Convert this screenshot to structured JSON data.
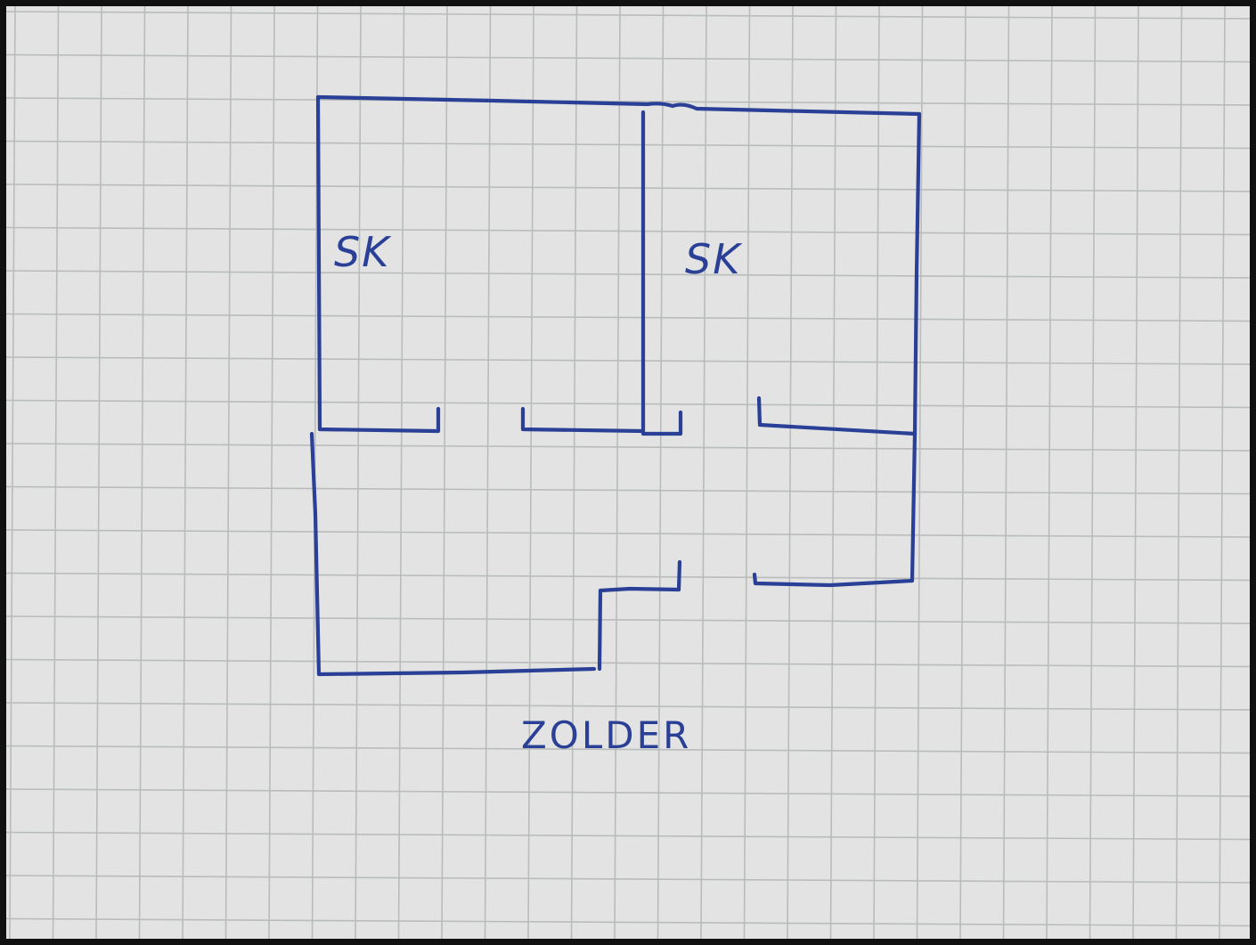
{
  "floorplan": {
    "floor_label": "ZOLDER",
    "rooms": [
      {
        "label": "SK"
      },
      {
        "label": "SK"
      }
    ],
    "ink_color": "#2a3f96",
    "paper_color": "#e2e3e2",
    "grid_color": "#b9bcbc",
    "frame_color": "#111111"
  }
}
